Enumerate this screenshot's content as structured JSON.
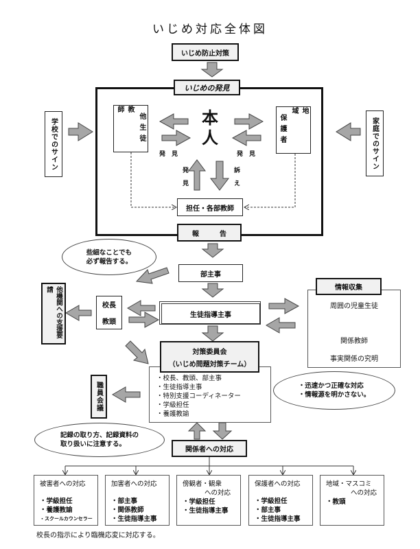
{
  "title": "いじめ対応全体図",
  "prevention": "いじめ防止対策",
  "discovery": {
    "header": "いじめの発見",
    "center": [
      "本",
      "人"
    ],
    "left_box": {
      "col1": "教 師",
      "col2": "他生徒"
    },
    "right_box": {
      "col1": "保護者",
      "col2": "地 域"
    },
    "left_found": "発　見",
    "right_found": "発　見",
    "up_found": "発見",
    "down_appeal": "訴え",
    "teacher_box": "担任・各部教師"
  },
  "school_sign": "学校でのサイン",
  "home_sign": "家庭でのサイン",
  "report": {
    "left": "報",
    "right": "告"
  },
  "note_report": [
    "些細なことでも",
    "必ず報告する。"
  ],
  "head_of_dept": "部主事",
  "principal_box": [
    "校長",
    "教頭"
  ],
  "other_agency": "他機関への支援要請",
  "student_guidance": "生徒指導主事",
  "info": {
    "header": "情報収集",
    "line1": "周囲の児童生徒",
    "line2": "関係教師",
    "line3": "事実関係の究明"
  },
  "committee": {
    "title": "対策委員会",
    "subtitle": "（いじめ問題対策チーム）",
    "members": [
      "・校長、教頭、部主事",
      "・生徒指導主事",
      "・特別支援コーディネーター",
      "・学級担任",
      "・養護教諭"
    ]
  },
  "staff_meeting": "職員会議",
  "note_speed": [
    "・迅速かつ正確な対応",
    "・情報源を明かさない。"
  ],
  "note_record": [
    "記録の取り方、記録資料の",
    "取り扱いに注意する。"
  ],
  "stakeholders": "関係者への対応",
  "responses": [
    {
      "title": [
        "被害者への対応"
      ],
      "items": [
        "・学級担任",
        "・養護教諭"
      ],
      "extra": "・スクールカウンセラー"
    },
    {
      "title": [
        "加害者への対応"
      ],
      "items": [
        "・部主事",
        "・関係教師",
        "・生徒指導主事"
      ]
    },
    {
      "title": [
        "傍観者・観衆",
        "への対応"
      ],
      "items": [
        "・学級担任",
        "・生徒指導主事"
      ]
    },
    {
      "title": [
        "保護者への対応"
      ],
      "items": [
        "・学級担任",
        "・部主事",
        "・生徒指導主事"
      ]
    },
    {
      "title": [
        "地域・マスコミ",
        "への対応"
      ],
      "items": [
        "・教頭"
      ]
    }
  ],
  "footer": "校長の指示により臨機応変に対応する。",
  "colors": {
    "arrow_fill": "#a6a6a6",
    "arrow_stroke": "#444444",
    "box_shade": "#f1f1f1"
  }
}
